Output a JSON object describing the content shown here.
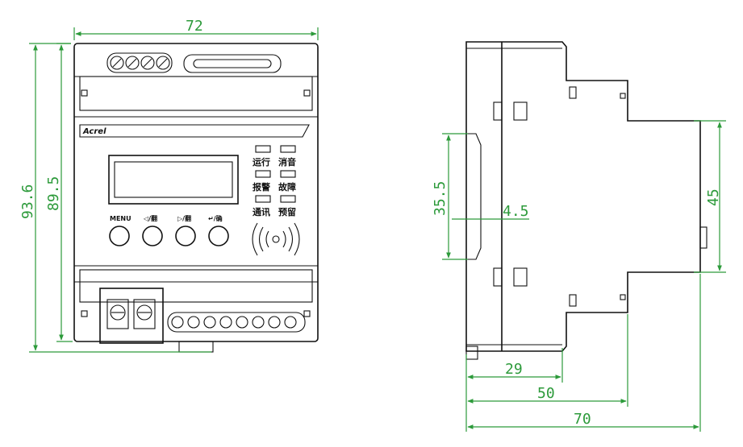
{
  "front_view": {
    "brand": "Acrel",
    "indicators": [
      {
        "label": "运行"
      },
      {
        "label": "消音"
      },
      {
        "label": "报警"
      },
      {
        "label": "故障"
      },
      {
        "label": "通讯"
      },
      {
        "label": "预留"
      }
    ],
    "buttons": [
      {
        "label": "MENU"
      },
      {
        "label": "◁/翻"
      },
      {
        "label": "▷/翻"
      },
      {
        "label": "↵/确"
      }
    ],
    "dimensions": {
      "width": "72",
      "height_outer": "93.6",
      "height_inner": "89.5"
    }
  },
  "side_view": {
    "dimensions": {
      "rail": "35.5",
      "offset": "4.5",
      "depth_front": "45",
      "d29": "29",
      "d50": "50",
      "d70": "70"
    }
  },
  "colors": {
    "dimension": "#2c9a3a",
    "outline": "#111111"
  }
}
